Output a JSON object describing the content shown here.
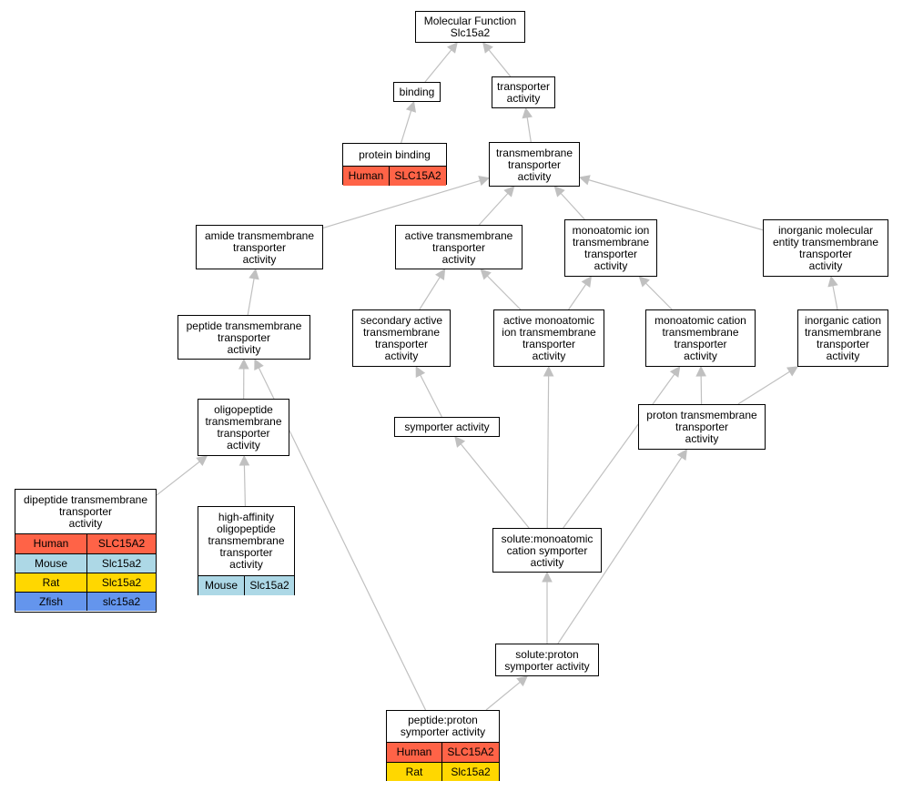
{
  "colors": {
    "edge": "#c0c0c0",
    "Human": "#ff6347",
    "Mouse": "#add8e6",
    "Rat": "#ffd700",
    "Zfish": "#6495ed"
  },
  "nodes": {
    "molecular_function": {
      "label": "Molecular Function\nSlc15a2"
    },
    "binding": {
      "label": "binding"
    },
    "transporter_activity": {
      "label": "transporter\nactivity"
    },
    "protein_binding": {
      "label": "protein binding",
      "genes": [
        {
          "species": "Human",
          "gene": "SLC15A2"
        }
      ]
    },
    "transmembrane_transporter": {
      "label": "transmembrane\ntransporter\nactivity"
    },
    "amide_transmembrane": {
      "label": "amide transmembrane\ntransporter\nactivity"
    },
    "active_transmembrane": {
      "label": "active transmembrane\ntransporter\nactivity"
    },
    "monoatomic_ion": {
      "label": "monoatomic ion\ntransmembrane\ntransporter\nactivity"
    },
    "inorganic_molecular": {
      "label": "inorganic molecular\nentity transmembrane\ntransporter\nactivity"
    },
    "peptide_transmembrane": {
      "label": "peptide transmembrane\ntransporter\nactivity"
    },
    "secondary_active": {
      "label": "secondary active\ntransmembrane\ntransporter\nactivity"
    },
    "active_monoatomic_ion": {
      "label": "active monoatomic\nion transmembrane\ntransporter\nactivity"
    },
    "monoatomic_cation": {
      "label": "monoatomic cation\ntransmembrane\ntransporter\nactivity"
    },
    "inorganic_cation": {
      "label": "inorganic cation\ntransmembrane\ntransporter\nactivity"
    },
    "oligopeptide": {
      "label": "oligopeptide\ntransmembrane\ntransporter\nactivity"
    },
    "symporter": {
      "label": "symporter activity"
    },
    "proton_transmembrane": {
      "label": "proton transmembrane\ntransporter\nactivity"
    },
    "dipeptide": {
      "label": "dipeptide transmembrane\ntransporter\nactivity",
      "genes": [
        {
          "species": "Human",
          "gene": "SLC15A2"
        },
        {
          "species": "Mouse",
          "gene": "Slc15a2"
        },
        {
          "species": "Rat",
          "gene": "Slc15a2"
        },
        {
          "species": "Zfish",
          "gene": "slc15a2"
        }
      ]
    },
    "high_affinity": {
      "label": "high-affinity\noligopeptide\ntransmembrane\ntransporter\nactivity",
      "genes": [
        {
          "species": "Mouse",
          "gene": "Slc15a2"
        }
      ]
    },
    "solute_monoatomic": {
      "label": "solute:monoatomic\ncation symporter\nactivity"
    },
    "solute_proton": {
      "label": "solute:proton\nsymporter activity"
    },
    "peptide_proton": {
      "label": "peptide:proton\nsymporter activity",
      "genes": [
        {
          "species": "Human",
          "gene": "SLC15A2"
        },
        {
          "species": "Rat",
          "gene": "Slc15a2"
        }
      ]
    }
  },
  "edges": [
    [
      "binding",
      "molecular_function"
    ],
    [
      "transporter_activity",
      "molecular_function"
    ],
    [
      "protein_binding",
      "binding"
    ],
    [
      "transmembrane_transporter",
      "transporter_activity"
    ],
    [
      "amide_transmembrane",
      "transmembrane_transporter"
    ],
    [
      "active_transmembrane",
      "transmembrane_transporter"
    ],
    [
      "monoatomic_ion",
      "transmembrane_transporter"
    ],
    [
      "inorganic_molecular",
      "transmembrane_transporter"
    ],
    [
      "peptide_transmembrane",
      "amide_transmembrane"
    ],
    [
      "secondary_active",
      "active_transmembrane"
    ],
    [
      "active_monoatomic_ion",
      "active_transmembrane"
    ],
    [
      "active_monoatomic_ion",
      "monoatomic_ion"
    ],
    [
      "monoatomic_cation",
      "monoatomic_ion"
    ],
    [
      "inorganic_cation",
      "inorganic_molecular"
    ],
    [
      "oligopeptide",
      "peptide_transmembrane"
    ],
    [
      "symporter",
      "secondary_active"
    ],
    [
      "proton_transmembrane",
      "monoatomic_cation"
    ],
    [
      "proton_transmembrane",
      "inorganic_cation"
    ],
    [
      "dipeptide",
      "oligopeptide"
    ],
    [
      "high_affinity",
      "oligopeptide"
    ],
    [
      "solute_monoatomic",
      "symporter"
    ],
    [
      "solute_monoatomic",
      "active_monoatomic_ion"
    ],
    [
      "solute_monoatomic",
      "monoatomic_cation"
    ],
    [
      "solute_proton",
      "solute_monoatomic"
    ],
    [
      "solute_proton",
      "proton_transmembrane"
    ],
    [
      "peptide_proton",
      "solute_proton"
    ],
    [
      "peptide_proton",
      "peptide_transmembrane"
    ]
  ]
}
